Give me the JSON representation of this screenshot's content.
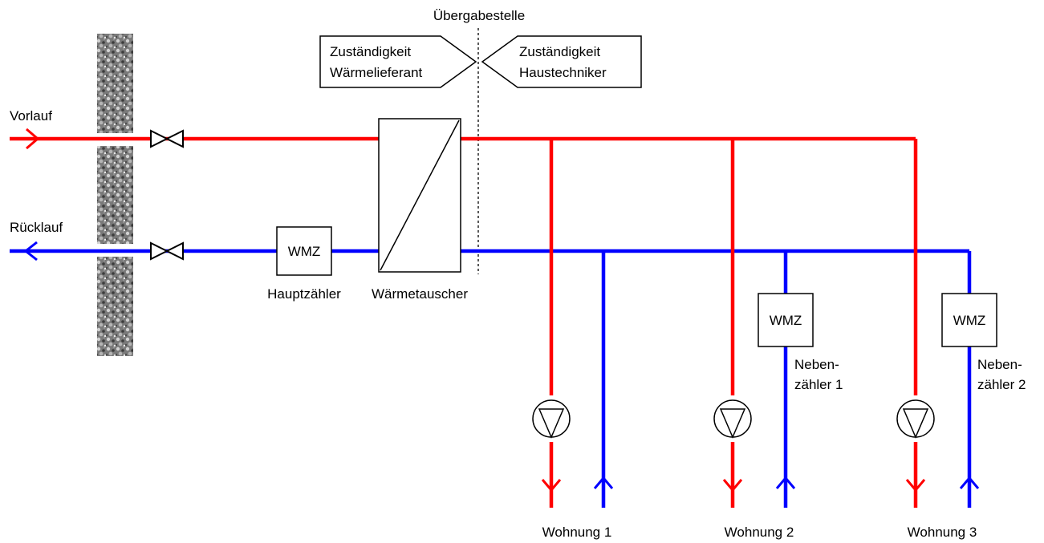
{
  "title": "Übergabestelle",
  "responsibility": {
    "left": [
      "Zuständigkeit",
      "Wärmelieferant"
    ],
    "right": [
      "Zuständigkeit",
      "Haustechniker"
    ]
  },
  "lines": {
    "supply": "Vorlauf",
    "return": "Rücklauf"
  },
  "meter": {
    "label": "WMZ",
    "main_caption": "Hauptzähler",
    "sub1_caption": [
      "Neben-",
      "zähler 1"
    ],
    "sub2_caption": [
      "Neben-",
      "zähler 2"
    ]
  },
  "heat_exchanger": "Wärmetauscher",
  "apartments": [
    "Wohnung 1",
    "Wohnung 2",
    "Wohnung 3"
  ],
  "colors": {
    "supply": "#ff0000",
    "return": "#0000ff"
  }
}
